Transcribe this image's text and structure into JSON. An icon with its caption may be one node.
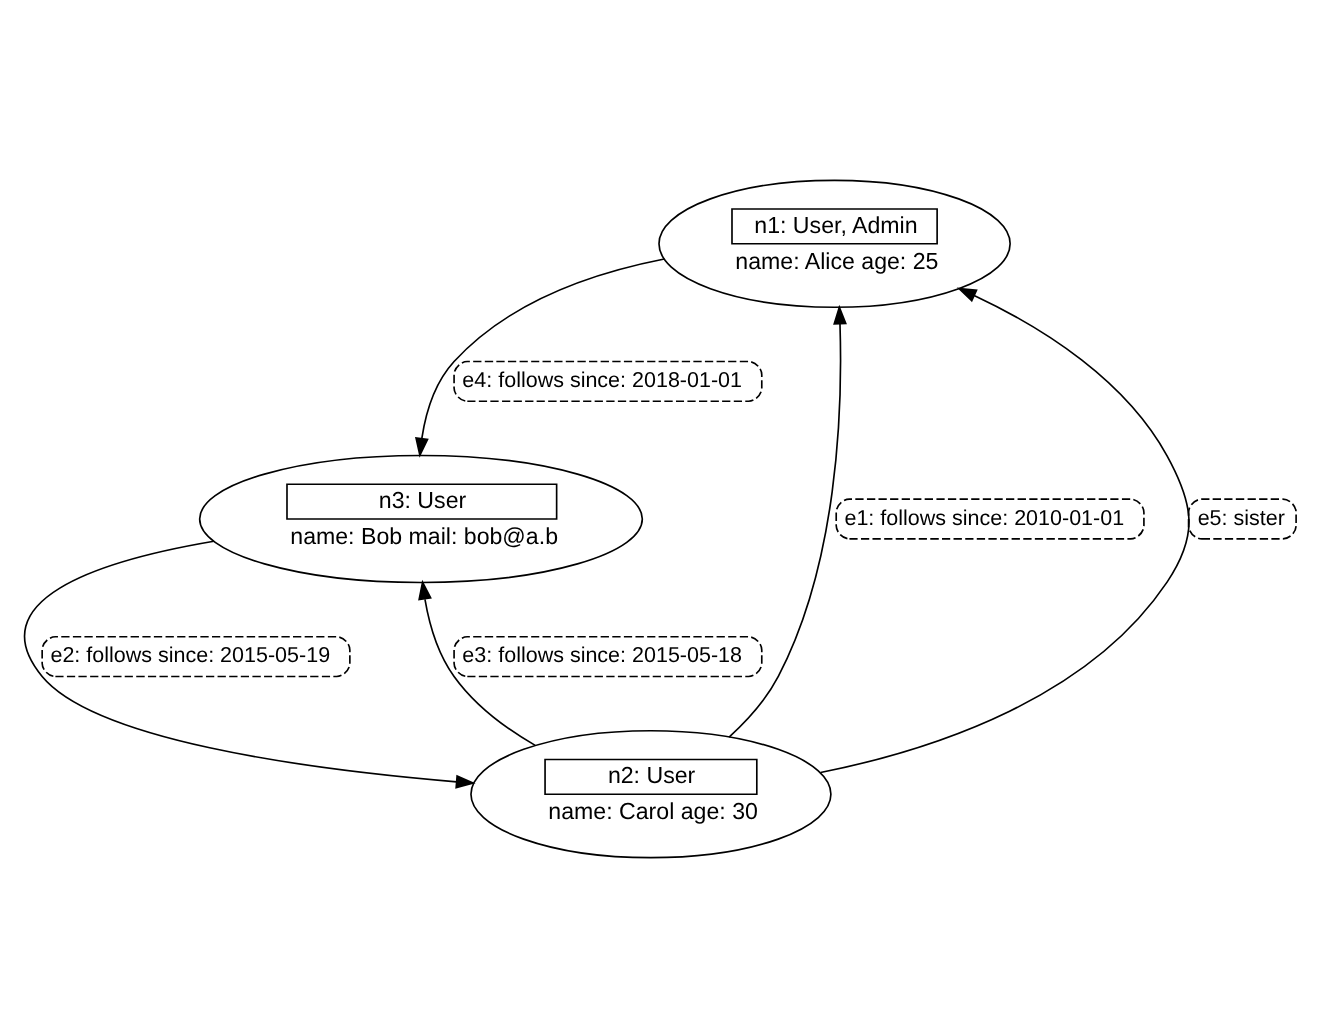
{
  "diagram": {
    "nodes": [
      {
        "text": [
          "n1: User, Admin",
          "name: Alice age: 25"
        ]
      },
      {
        "text": [
          "n2: User",
          "name: Carol age: 30"
        ]
      },
      {
        "text": [
          "n3: User",
          "name: Bob mail: bob@a.b"
        ]
      }
    ],
    "edges": [
      {
        "from": 1,
        "to": 0,
        "arrow": "to",
        "label": "e1: follows since: 2010-01-01"
      },
      {
        "from": 2,
        "to": 1,
        "arrow": "to",
        "label": "e2: follows since: 2015-05-19"
      },
      {
        "from": 1,
        "to": 2,
        "arrow": "to",
        "label": "e3: follows since: 2015-05-18"
      },
      {
        "from": 0,
        "to": 2,
        "arrow": "to",
        "label": "e4: follows since: 2018-01-01"
      },
      {
        "from": 1,
        "to": 0,
        "arrow": "to",
        "label": "e5: sister"
      }
    ]
  }
}
